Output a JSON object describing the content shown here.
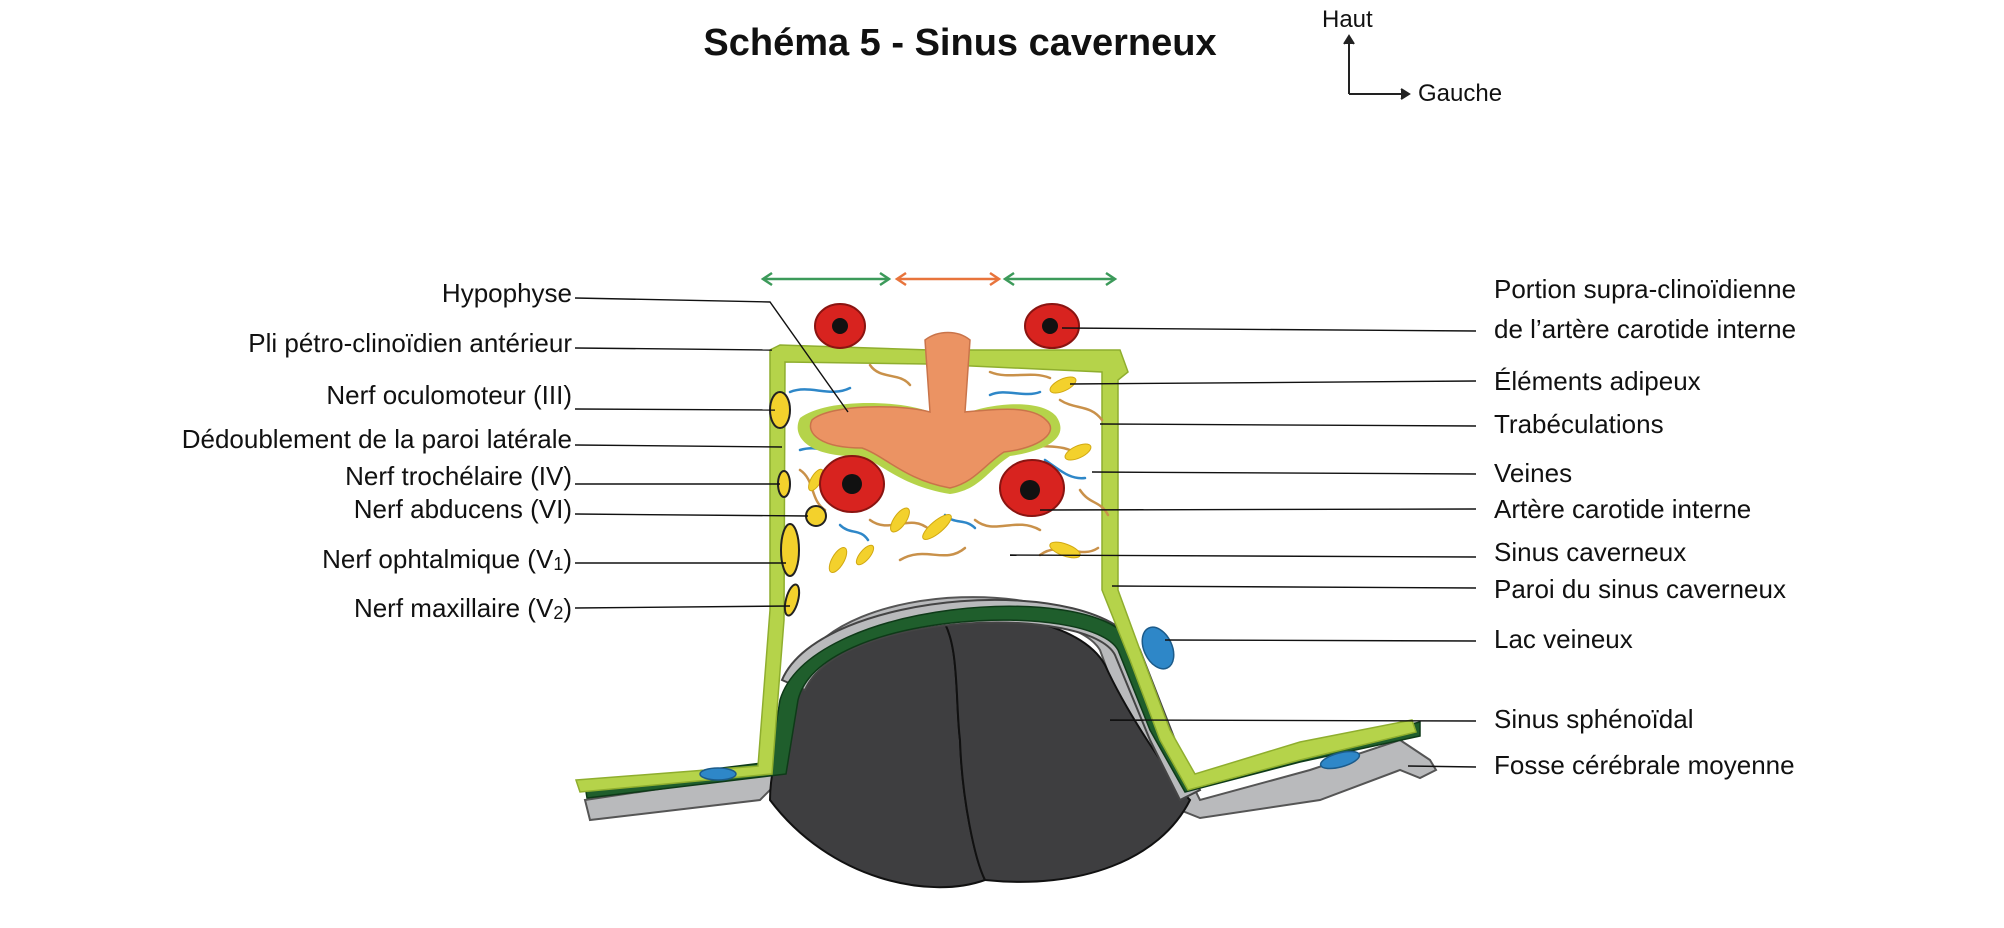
{
  "title": "Schéma 5 - Sinus caverneux",
  "orientation": {
    "up": "Haut",
    "left": "Gauche"
  },
  "labels_left": {
    "hypophyse": "Hypophyse",
    "pli": "Pli pétro-clinoïdien antérieur",
    "oculomoteur": "Nerf oculomoteur (III)",
    "dedoublement": "Dédoublement de la paroi latérale",
    "trochleaire": "Nerf trochélaire (IV)",
    "abducens": "Nerf abducens (VI)",
    "ophtalmique_main": "Nerf ophtalmique (V",
    "ophtalmique_sub": "1",
    "ophtalmique_end": ")",
    "maxillaire_main": "Nerf maxillaire (V",
    "maxillaire_sub": "2",
    "maxillaire_end": ")"
  },
  "labels_right": {
    "supra_line1": "Portion supra-clinoïdienne",
    "supra_line2": "de l’artère carotide interne",
    "adipeux": "Éléments adipeux",
    "trabeculations": "Trabéculations",
    "veines": "Veines",
    "carotide": "Artère carotide interne",
    "sinus_caverneux": "Sinus caverneux",
    "paroi": "Paroi du sinus caverneux",
    "lac": "Lac veineux",
    "sphenoidal": "Sinus sphénoïdal",
    "fosse": "Fosse cérébrale moyenne"
  },
  "colors": {
    "dura_green": "#b5d34a",
    "dark_green": "#1f5e2c",
    "bone_gray": "#b9babc",
    "sinus_dark": "#3e3e40",
    "pituitary": "#eb9363",
    "artery_red": "#d8231f",
    "nerve_yellow": "#f3d12c",
    "vein_blue": "#2e87c8",
    "trabecula_tan": "#c9914a",
    "arrow_green": "#3c9a5a",
    "arrow_orange": "#e8743c"
  }
}
